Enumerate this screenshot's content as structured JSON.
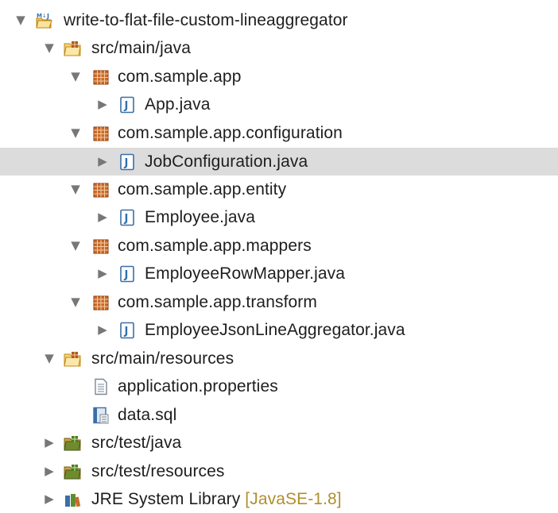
{
  "tree": {
    "rows": [
      {
        "label": "write-to-flat-file-custom-lineaggregator",
        "toggle": "▼",
        "icon": "project-icon"
      },
      {
        "label": "src/main/java",
        "toggle": "▼",
        "icon": "source-folder-icon"
      },
      {
        "label": "com.sample.app",
        "toggle": "▼",
        "icon": "package-icon"
      },
      {
        "label": "App.java",
        "toggle": "▶",
        "icon": "java-file-icon"
      },
      {
        "label": "com.sample.app.configuration",
        "toggle": "▼",
        "icon": "package-icon"
      },
      {
        "label": "JobConfiguration.java",
        "toggle": "▶",
        "icon": "java-file-icon"
      },
      {
        "label": "com.sample.app.entity",
        "toggle": "▼",
        "icon": "package-icon"
      },
      {
        "label": "Employee.java",
        "toggle": "▶",
        "icon": "java-file-icon"
      },
      {
        "label": "com.sample.app.mappers",
        "toggle": "▼",
        "icon": "package-icon"
      },
      {
        "label": "EmployeeRowMapper.java",
        "toggle": "▶",
        "icon": "java-file-icon"
      },
      {
        "label": "com.sample.app.transform",
        "toggle": "▼",
        "icon": "package-icon"
      },
      {
        "label": "EmployeeJsonLineAggregator.java",
        "toggle": "▶",
        "icon": "java-file-icon"
      },
      {
        "label": "src/main/resources",
        "toggle": "▼",
        "icon": "source-folder-icon"
      },
      {
        "label": "application.properties",
        "toggle": "",
        "icon": "text-file-icon"
      },
      {
        "label": "data.sql",
        "toggle": "",
        "icon": "sql-file-icon"
      },
      {
        "label": "src/test/java",
        "toggle": "▶",
        "icon": "test-folder-icon"
      },
      {
        "label": "src/test/resources",
        "toggle": "▶",
        "icon": "test-folder-icon"
      },
      {
        "label": "JRE System Library",
        "decoration": "[JavaSE-1.8]",
        "toggle": "▶",
        "icon": "library-icon"
      }
    ],
    "selected_label": "JobConfiguration.java"
  },
  "colors": {
    "selection": "#dcdcdc",
    "package": "#a8551b",
    "java_icon": "#2f6fb0",
    "folder": "#d9a441",
    "decoration": "#b08f2c"
  }
}
